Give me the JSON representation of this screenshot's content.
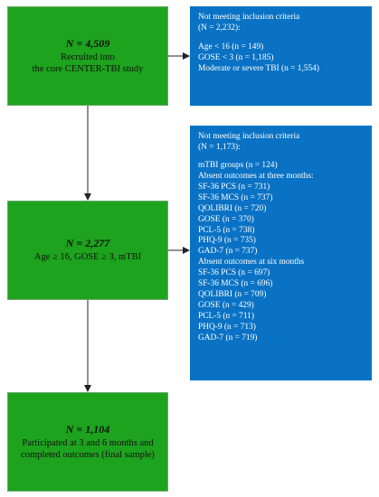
{
  "total": {
    "n": "N = 4,509",
    "desc1": "Recruited into",
    "desc2": "the core CENTER-TBI study"
  },
  "exclusion1": {
    "title": "Not meeting inclusion criteria",
    "subtitle": "(N = 2,232):",
    "items": [
      "Age < 16 (n = 149)",
      "GOSE < 3 (n = 1,185)",
      "Moderate or severe TBI (n = 1,554)"
    ]
  },
  "middle": {
    "n": "N = 2,277",
    "desc": "Age ≥ 16, GOSE ≥ 3, mTBI"
  },
  "exclusion2": {
    "title": "Not meeting inclusion criteria",
    "subtitle": "(N = 1,173):",
    "mtbi_groups": "mTBI groups (n = 124)",
    "three_month_header": "Absent outcomes at three months:",
    "three_month_items": [
      "SF-36 PCS (n = 731)",
      "SF-36 MCS (n = 737)",
      "QOLIBRI (n = 720)",
      "GOSE (n = 370)",
      "PCL-5 (n = 738)",
      "PHQ-9 (n = 735)",
      "GAD-7 (n = 737)"
    ],
    "six_month_header": "Absent outcomes at six months",
    "six_month_items": [
      "SF-36 PCS (n = 697)",
      "SF-36 MCS (n = 696)",
      "QOLIBRI (n = 709)",
      "GOSE (n = 429)",
      "PCL-5 (n = 711)",
      "PHQ-9 (n = 713)",
      "GAD-7 (n = 719)"
    ]
  },
  "final": {
    "n": "N = 1,104",
    "desc1": "Participated at 3 and 6 months and",
    "desc2": "completed outcomes (final sample)"
  },
  "colors": {
    "green_box": "#1da31d",
    "blue_box": "#0a72c4",
    "connector": "#222222"
  }
}
